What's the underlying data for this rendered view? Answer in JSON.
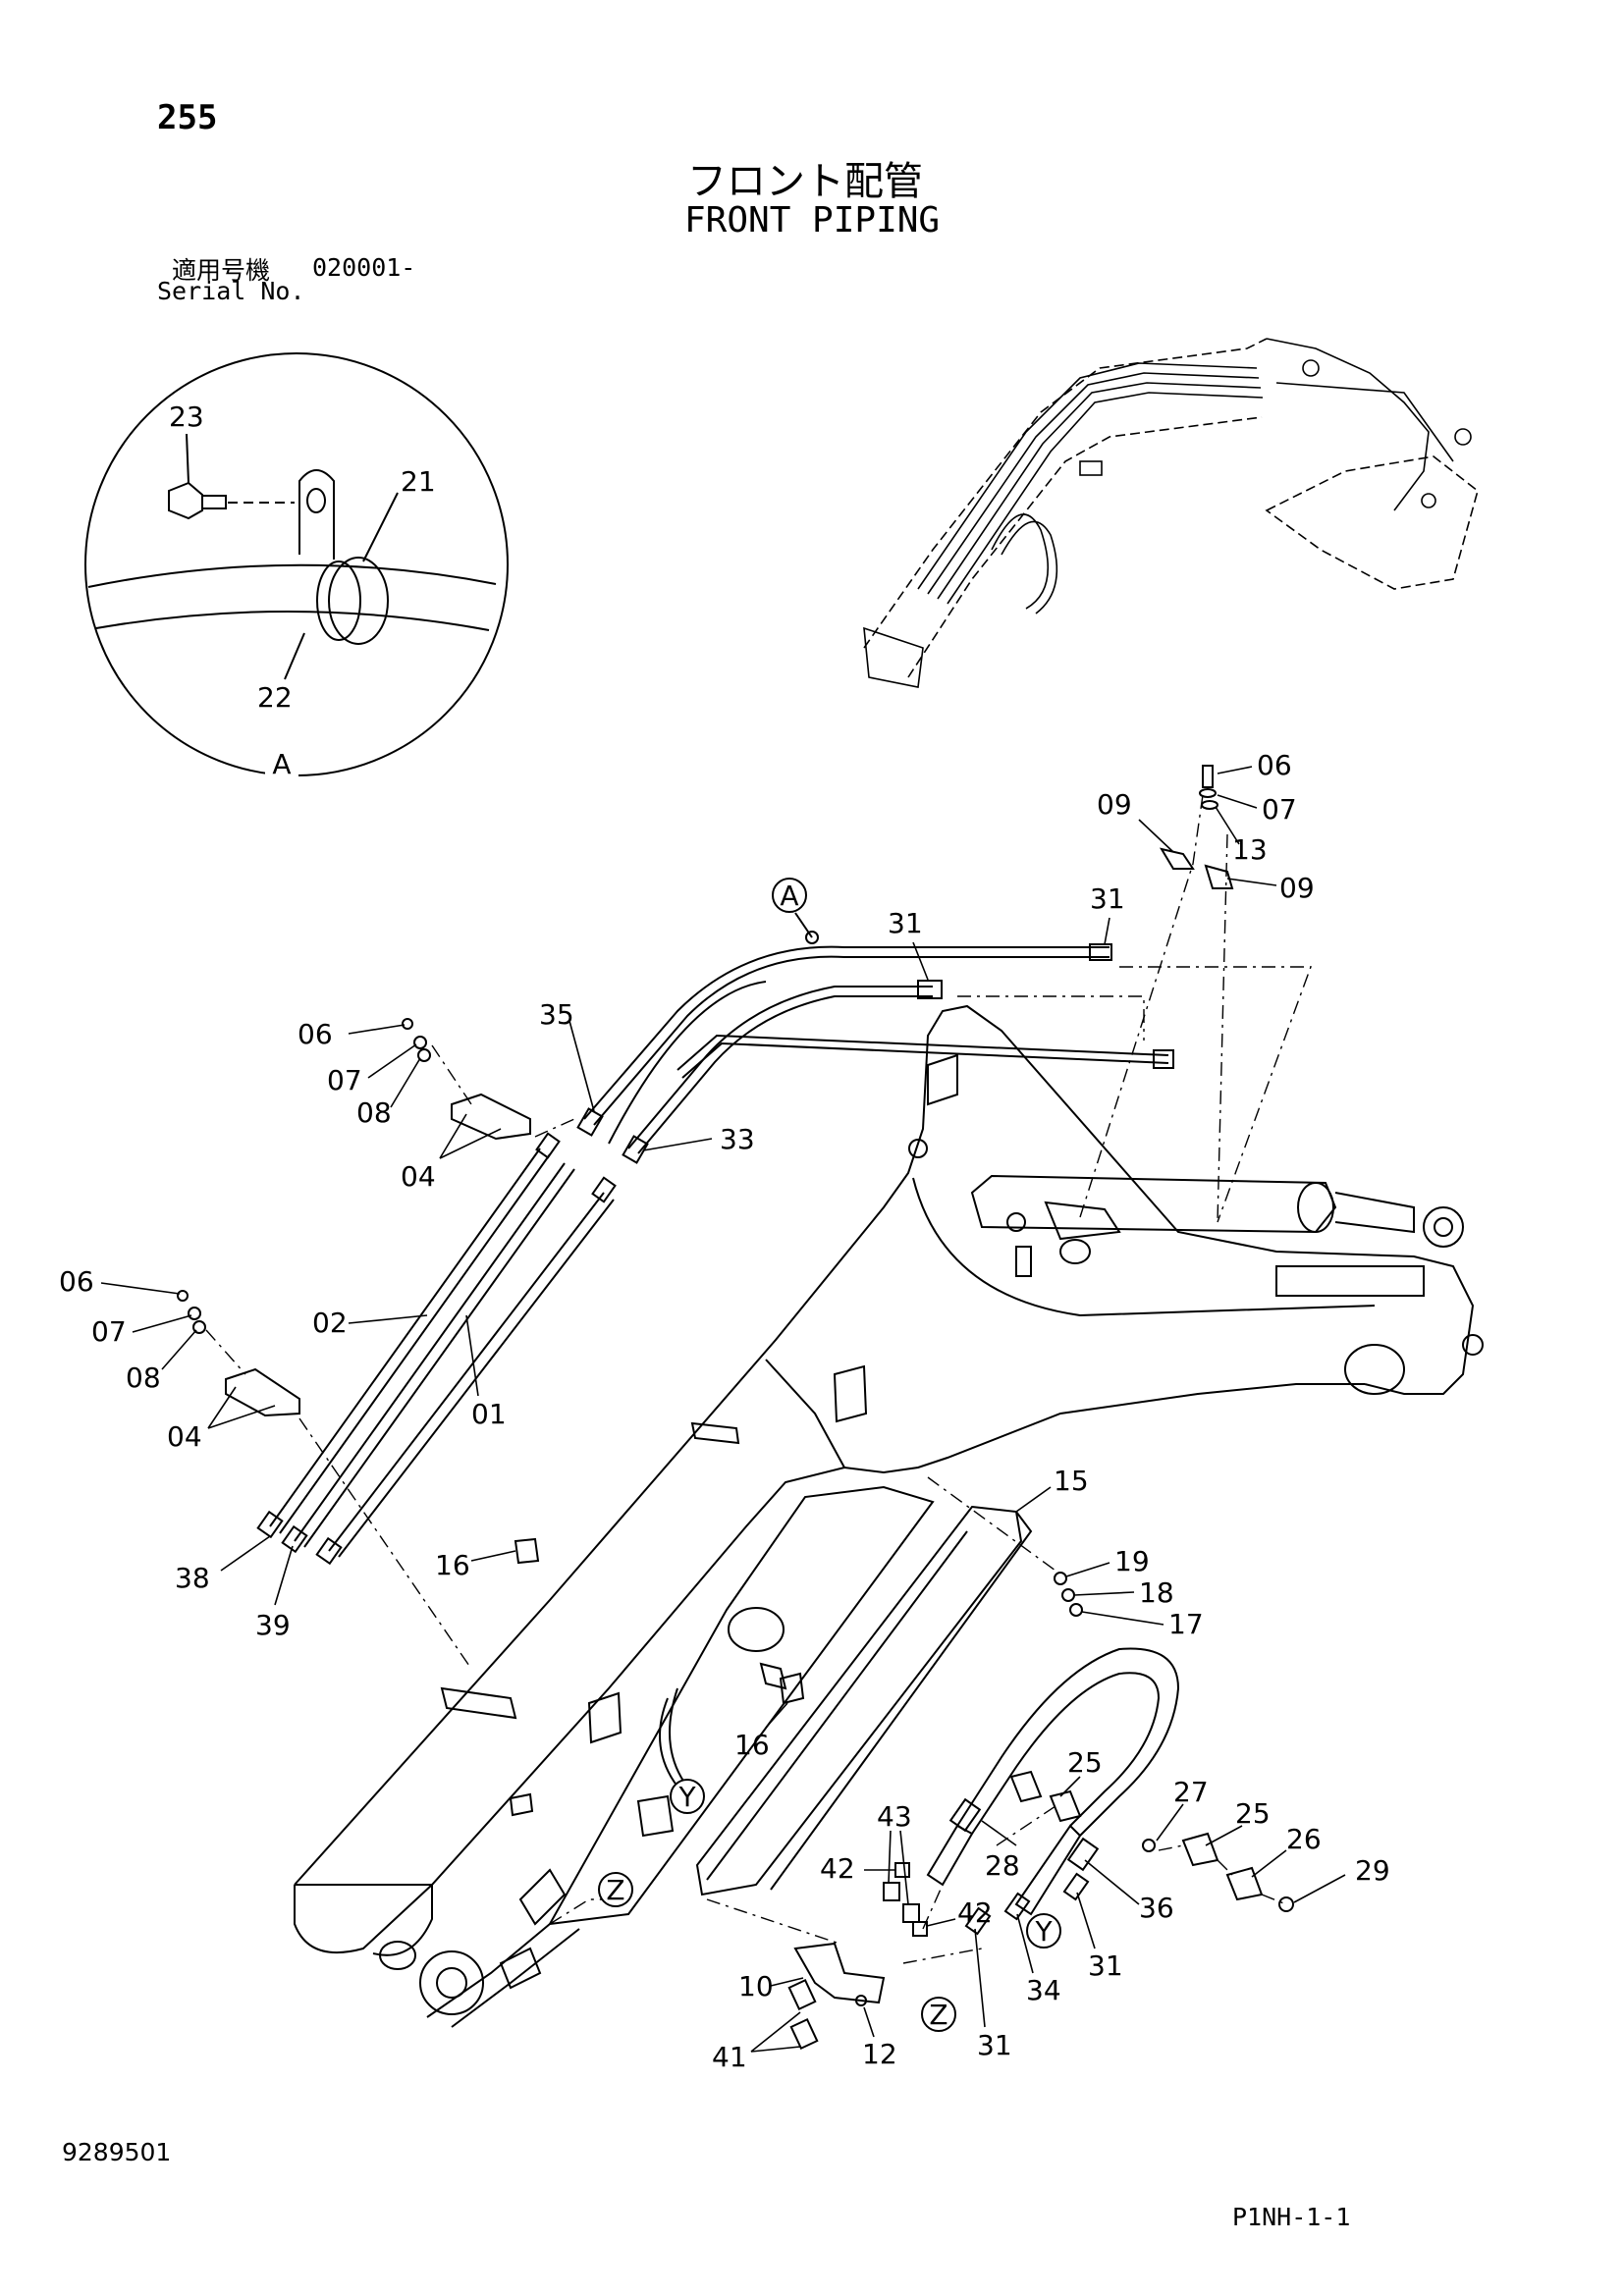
{
  "header": {
    "page_number": "255",
    "title_jp": "フロント配管",
    "title_en": "FRONT PIPING",
    "serial_label_jp": "適用号機",
    "serial_value": "020001-",
    "serial_label_en": "Serial No."
  },
  "footer": {
    "doc_number": "9289501",
    "sheet_code": "P1NH-1-1"
  },
  "detail_label": "A",
  "markers": {
    "A": "A",
    "Y1": "Y",
    "Y2": "Y",
    "Z1": "Z",
    "Z2": "Z"
  },
  "callouts": {
    "c23": "23",
    "c21": "21",
    "c22": "22",
    "c06a": "06",
    "c07a": "07",
    "c13": "13",
    "c09a": "09",
    "c09b": "09",
    "c31a": "31",
    "c31b": "31",
    "c35": "35",
    "c33": "33",
    "c06b": "06",
    "c07b": "07",
    "c08b": "08",
    "c04b": "04",
    "c06c": "06",
    "c07c": "07",
    "c08c": "08",
    "c04c": "04",
    "c02": "02",
    "c01": "01",
    "c38": "38",
    "c39": "39",
    "c16a": "16",
    "c16b": "16",
    "c15": "15",
    "c19": "19",
    "c18": "18",
    "c17": "17",
    "c25a": "25",
    "c27": "27",
    "c25b": "25",
    "c26": "26",
    "c29": "29",
    "c28": "28",
    "c43": "43",
    "c42a": "42",
    "c42b": "42",
    "c36": "36",
    "c31c": "31",
    "c34": "34",
    "c31d": "31",
    "c10": "10",
    "c12": "12",
    "c41": "41"
  }
}
